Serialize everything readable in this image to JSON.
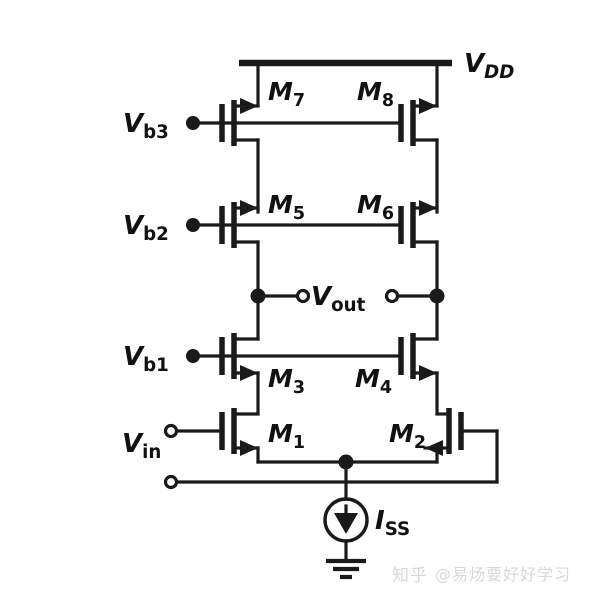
{
  "diagram": {
    "title": "Folded cascode differential amplifier schematic",
    "supply": {
      "label_v": "V",
      "label_sub": "DD",
      "sub_italic": true
    },
    "output": {
      "label_v": "V",
      "label_sub": "out",
      "sub_italic": false
    },
    "input": {
      "label_v": "V",
      "label_sub": "in",
      "sub_italic": false
    },
    "current_source": {
      "label_i": "I",
      "label_sub": "SS",
      "sub_italic": false
    },
    "bias_nodes": [
      {
        "name": "vb3",
        "label_v": "V",
        "label_sub": "b3"
      },
      {
        "name": "vb2",
        "label_v": "V",
        "label_sub": "b2"
      },
      {
        "name": "vb1",
        "label_v": "V",
        "label_sub": "b1"
      }
    ],
    "transistors": [
      {
        "name": "M7",
        "letter": "M",
        "index": "7",
        "type": "pmos",
        "role": "left-current-source"
      },
      {
        "name": "M8",
        "letter": "M",
        "index": "8",
        "type": "pmos",
        "role": "right-current-source"
      },
      {
        "name": "M5",
        "letter": "M",
        "index": "5",
        "type": "pmos",
        "role": "left-cascode-pmos"
      },
      {
        "name": "M6",
        "letter": "M",
        "index": "6",
        "type": "pmos",
        "role": "right-cascode-pmos"
      },
      {
        "name": "M3",
        "letter": "M",
        "index": "3",
        "type": "nmos",
        "role": "left-cascode-nmos"
      },
      {
        "name": "M4",
        "letter": "M",
        "index": "4",
        "type": "nmos",
        "role": "right-cascode-nmos"
      },
      {
        "name": "M1",
        "letter": "M",
        "index": "1",
        "type": "nmos",
        "role": "left-input-device"
      },
      {
        "name": "M2",
        "letter": "M",
        "index": "2",
        "type": "nmos",
        "role": "right-input-device"
      }
    ],
    "ground": {
      "name": "ground-symbol"
    }
  },
  "watermark": {
    "site": "知乎",
    "handle": "@易炀要好好学习"
  }
}
